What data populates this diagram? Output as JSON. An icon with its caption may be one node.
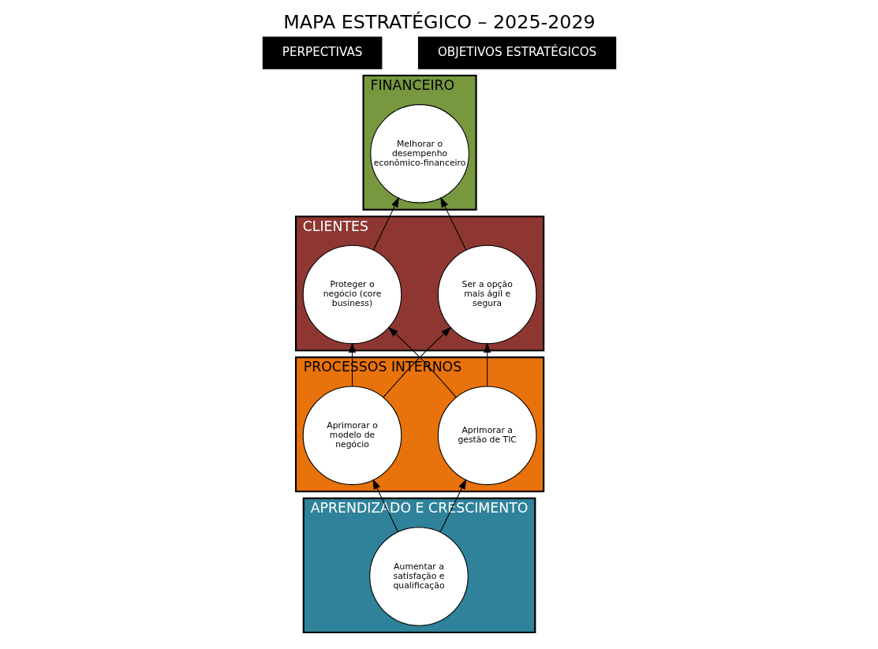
{
  "diagram": {
    "title": "MAPA ESTRATÉGICO – 2025-2029",
    "nodes": [
      {
        "text": [
          "FINANCEIRO"
        ]
      },
      {
        "text": [
          "Melhorar o desempenho econômico-financeiro"
        ],
        "in": 0
      },
      {
        "text": [
          "CLIENTES"
        ]
      },
      {
        "text": [
          "Ser a opção mais ágil e segura"
        ],
        "in": 2
      },
      {
        "text": [
          "Proteger o negócio (core business)"
        ],
        "in": 2
      },
      {
        "text": [
          "PROCESSOS INTERNOS"
        ]
      },
      {
        "text": [
          "Aprimorar a gestão de TIC"
        ],
        "in": 5
      },
      {
        "text": [
          "Aprimorar o modelo de negócio"
        ],
        "in": 5
      },
      {
        "text": [
          "APRENDIZADO E CRESCIMENTO"
        ]
      },
      {
        "text": [
          "Aumentar a satisfação e qualificação"
        ],
        "in": 8
      }
    ],
    "edges": [
      {
        "from": 3,
        "to": 1,
        "arrow": "to"
      },
      {
        "from": 4,
        "to": 1,
        "arrow": "to"
      },
      {
        "from": 6,
        "to": 3,
        "arrow": "to"
      },
      {
        "from": 6,
        "to": 4,
        "arrow": "to"
      },
      {
        "from": 7,
        "to": 4,
        "arrow": "to"
      },
      {
        "from": 7,
        "to": 3,
        "arrow": "to"
      },
      {
        "from": 9,
        "to": 6,
        "arrow": "to"
      },
      {
        "from": 9,
        "to": 7,
        "arrow": "to"
      }
    ],
    "labels": [
      "PERPECTIVAS",
      "OBJETIVOS ESTRATÉGICOS"
    ]
  }
}
